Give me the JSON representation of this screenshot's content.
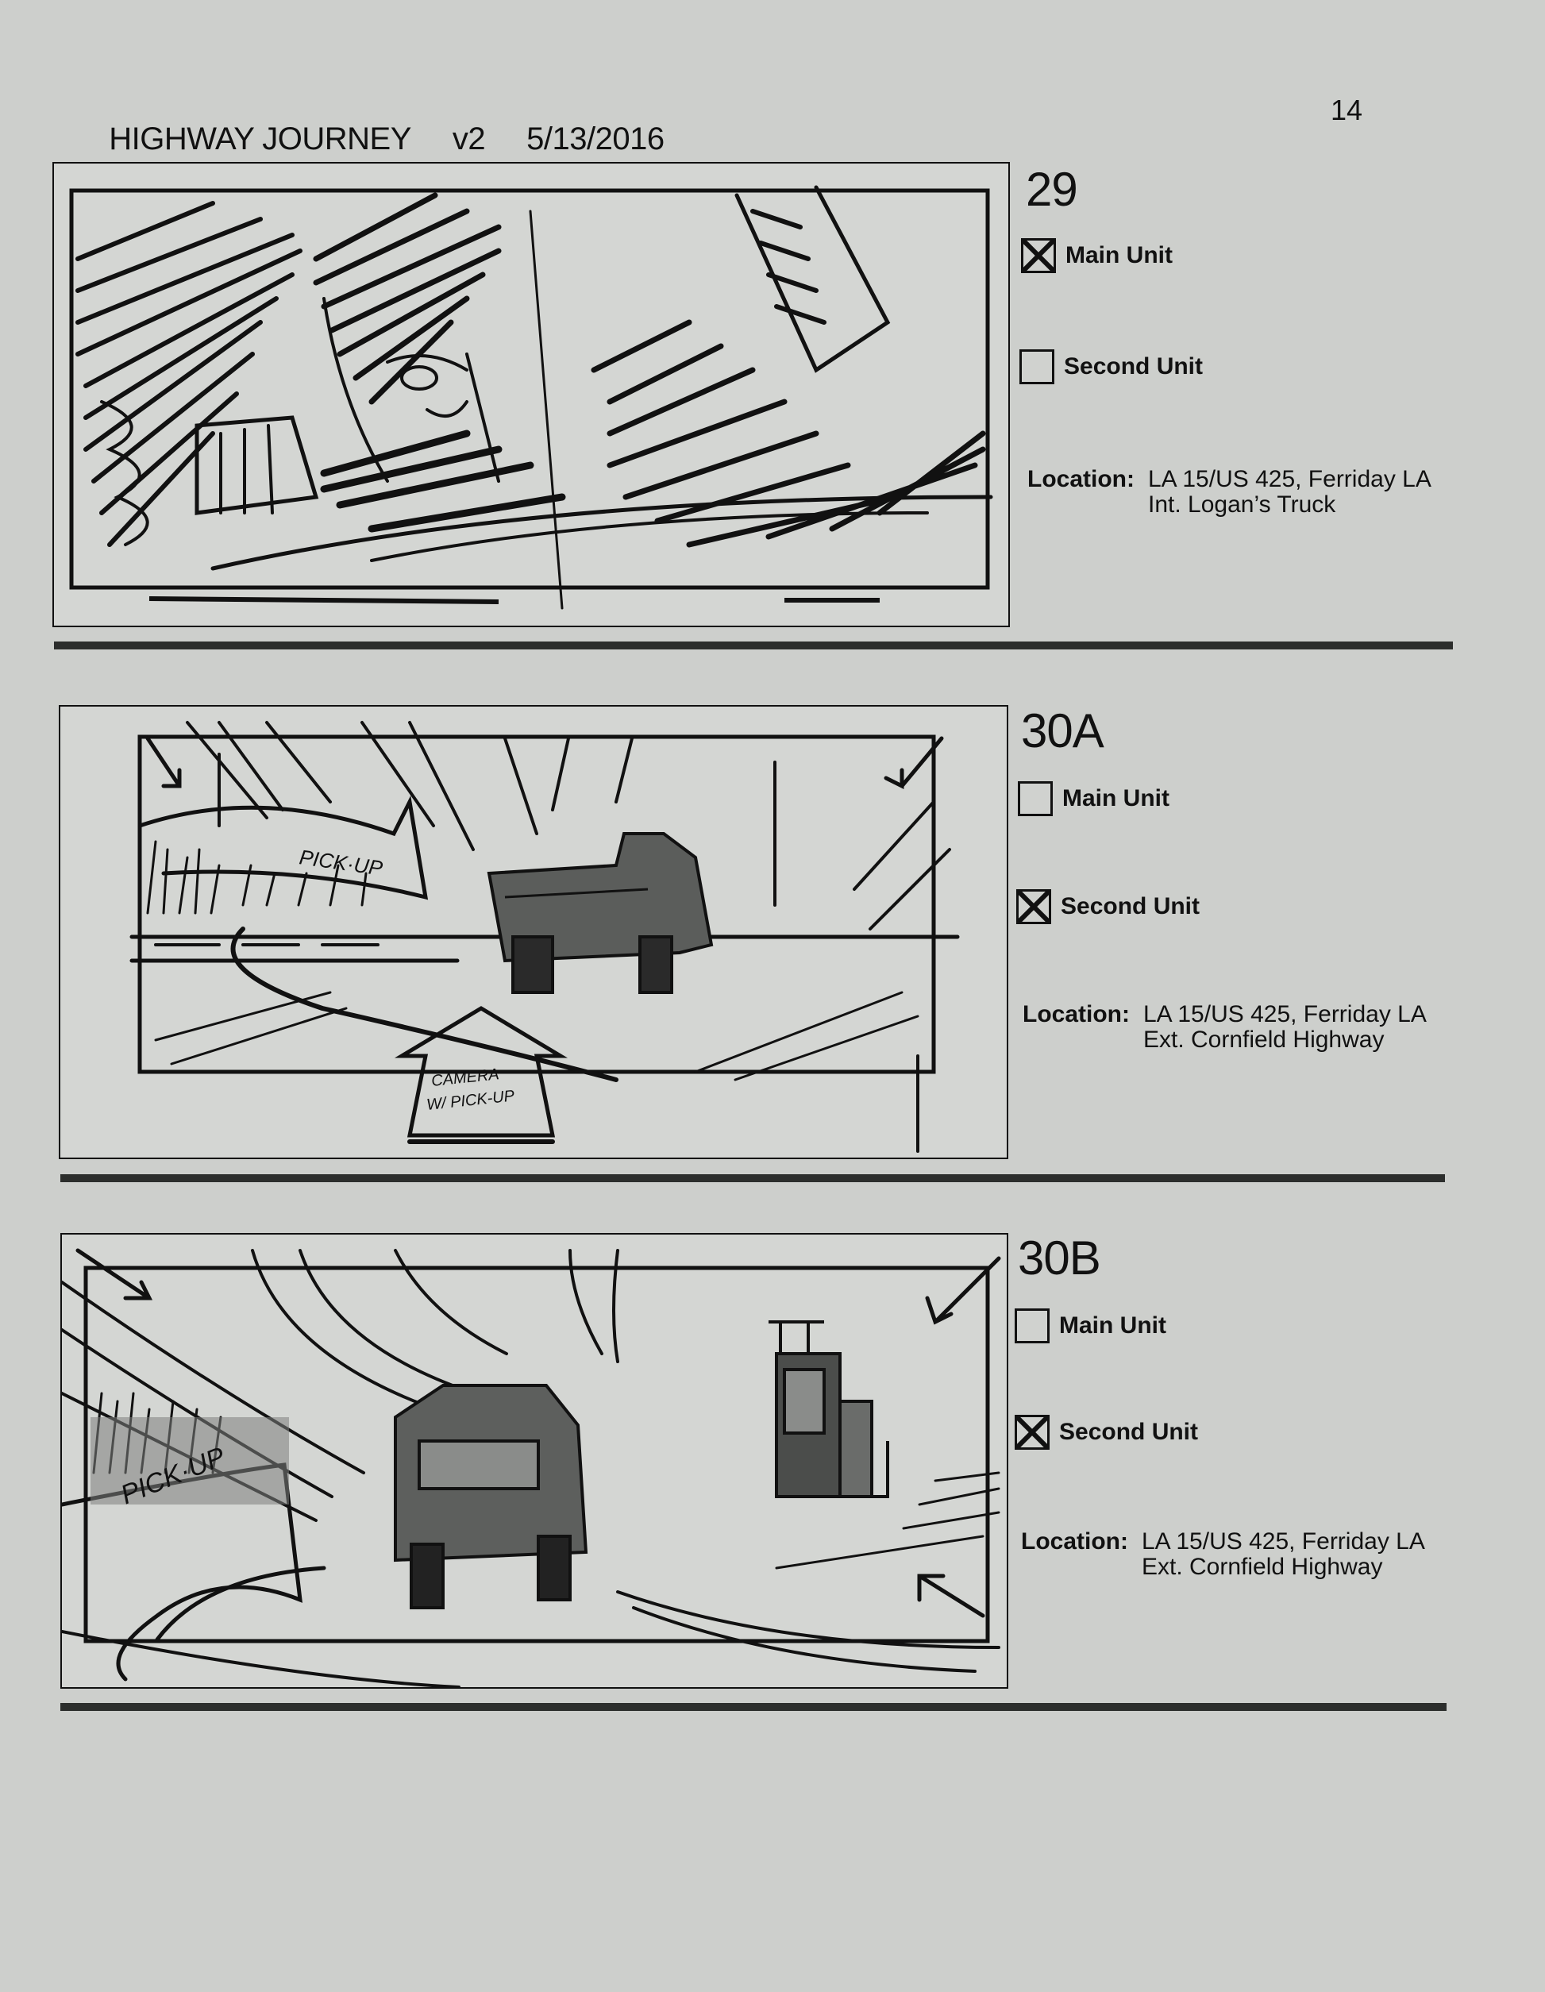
{
  "header": {
    "project_title": "HIGHWAY JOURNEY",
    "version": "v2",
    "date": "5/13/2016",
    "page_number": "14"
  },
  "panels": [
    {
      "shot": "29",
      "main_unit": {
        "label": "Main Unit",
        "checked": true
      },
      "second_unit": {
        "label": "Second Unit",
        "checked": false
      },
      "location_label": "Location:",
      "location_line1": "LA 15/US 425, Ferriday LA",
      "location_line2": "Int. Logan’s Truck",
      "sketch": {
        "description": "Close-up of driver gripping steering wheel inside truck",
        "annotations": []
      }
    },
    {
      "shot": "30A",
      "main_unit": {
        "label": "Main Unit",
        "checked": false
      },
      "second_unit": {
        "label": "Second Unit",
        "checked": true
      },
      "location_label": "Location:",
      "location_line1": "LA 15/US 425, Ferriday LA",
      "location_line2": "Ext. Cornfield Highway",
      "sketch": {
        "description": "Pickup truck driving off road onto highway, camera follows",
        "annotations": [
          "PICK-UP",
          "CAMERA",
          "W/ PICK-UP"
        ]
      }
    },
    {
      "shot": "30B",
      "main_unit": {
        "label": "Main Unit",
        "checked": false
      },
      "second_unit": {
        "label": "Second Unit",
        "checked": true
      },
      "location_label": "Location:",
      "location_line1": "LA 15/US 425, Ferriday LA",
      "location_line2": "Ext. Cornfield Highway",
      "sketch": {
        "description": "Pickup truck pulls onto highway toward semi truck",
        "annotations": [
          "PICK-UP"
        ]
      }
    }
  ],
  "colors": {
    "paper": "#cdcfcc",
    "ink": "#111111",
    "separator": "#2c2e2c"
  }
}
